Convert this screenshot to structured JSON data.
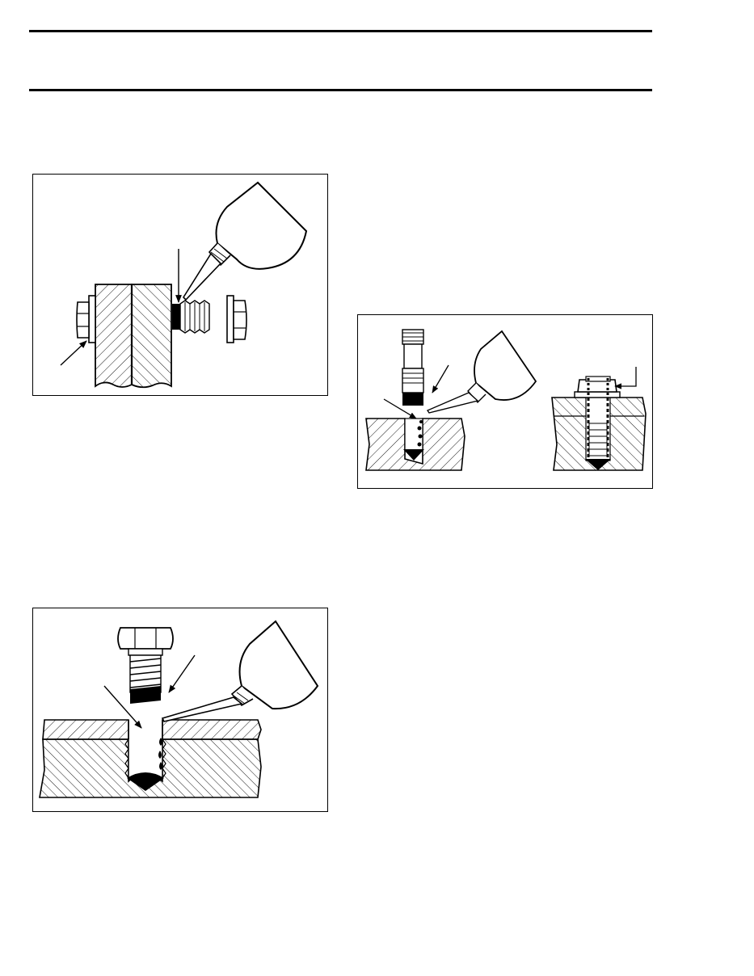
{
  "page": {
    "background": "#ffffff",
    "ink": "#000000"
  },
  "figures": [
    {
      "id": "figure-through-bolt",
      "icon": "threadlocker-bottle-icon"
    },
    {
      "id": "figure-stud-and-nut",
      "icon": "threadlocker-bottle-icon"
    },
    {
      "id": "figure-blind-hole-bolt",
      "icon": "threadlocker-bottle-icon"
    }
  ]
}
